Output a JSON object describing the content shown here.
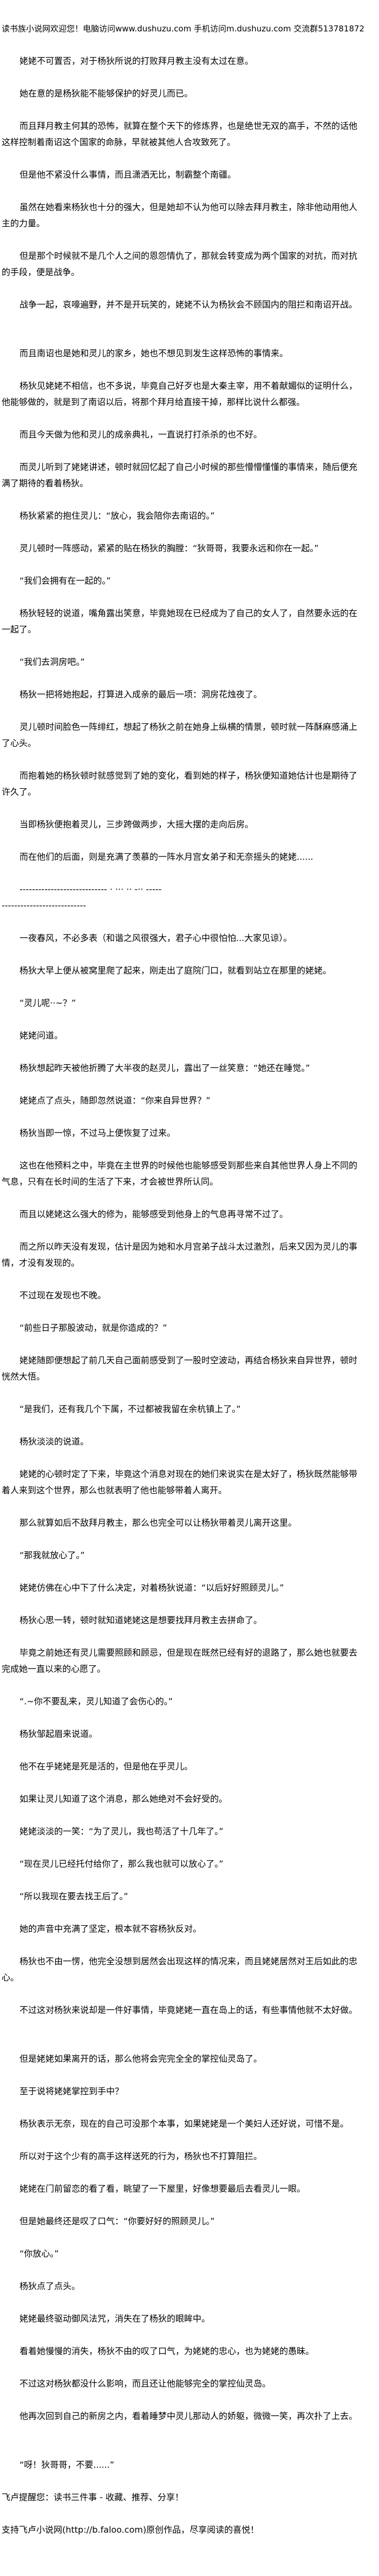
{
  "header": "读书族小说网欢迎您！电脑访问www.dushuzu.com 手机访问m.dushuzu.com 交流群513781872",
  "paragraphs": [
    "姥姥不可置否，对于杨狄所说的打败拜月教主没有太过在意。",
    "她在意的是杨狄能不能够保护的好灵儿而已。",
    "而且拜月教主何其的恐怖，就算在整个天下的修炼界，也是绝世无双的高手，不然的话他这样控制着南诏这个国家的命脉，早就被其他人合攻致死了。",
    "但是他不紧没什么事情，而且潇洒无比，制霸整个南疆。",
    "虽然在她看来杨狄也十分的强大，但是她却不认为他可以除去拜月教主，除非他动用他人主的力量。",
    "但是那个时候就不是几个人之间的恩怨情仇了，那就会转变成为两个国家的对抗，而对抗的手段，便是战争。",
    "战争一起，哀嚎遍野，并不是开玩笑的，姥姥不认为杨狄会不顾国内的阻拦和南诏开战。",
    "而且南诏也是她和灵儿的家乡，她也不想见到发生这样恐怖的事情来。",
    "杨狄见姥姥不相信，也不多说，毕竟自己好歹也是大秦主宰，用不着献媚似的证明什么，他能够做的，就是到了南诏以后，将那个拜月给直接干掉，那样比说什么都强。",
    "而且今天做为他和灵儿的成亲典礼，一直说打打杀杀的也不好。",
    "而灵儿听到了姥姥讲述，顿时就回忆起了自己小时候的那些懵懵懂懂的事情来，随后便充满了期待的看着杨狄。",
    "杨狄紧紧的抱住灵儿：“放心，我会陪你去南诏的。”",
    "灵儿顿时一阵感动，紧紧的贴在杨狄的胸膛：“狄哥哥，我要永远和你在一起。”",
    "“我们会拥有在一起的。”",
    "杨狄轻轻的说道，嘴角露出笑意，毕竟她现在已经成为了自己的女人了，自然要永远的在一起了。",
    "“我们去洞房吧。”",
    "杨狄一把将她抱起，打算进入成亲的最后一项：洞房花烛夜了。",
    "灵儿顿时间脸色一阵绯红，想起了杨狄之前在她身上纵横的情景，顿时就一阵酥麻感涌上了心头。",
    "而抱着她的杨狄顿时就感觉到了她的变化，看到她的样子，杨狄便知道她估计也是期待了许久了。",
    "当即杨狄便抱着灵儿，三步跨做两步，大摇大摆的走向后房。",
    "而在他们的后面，则是充满了羡慕的一阵水月宫女弟子和无奈摇头的姥姥......"
  ],
  "separator": {
    "line1": "---------------------------- · ··· ·· -·· -----",
    "line2": "---------------------------"
  },
  "paragraphs2": [
    "一夜春风，不必多表（和谐之风很强大，君子心中很怕怕...大家见谅）。",
    "杨狄大早上便从被窝里爬了起来，刚走出了庭院门口，就看到站立在那里的姥姥。",
    "“灵儿呢··~？”",
    "姥姥问道。",
    "杨狄想起昨天被他折腾了大半夜的赵灵儿，露出了一丝笑意：“她还在睡觉。”",
    "姥姥点了点头，随即忽然说道：“你来自异世界？”",
    "杨狄当即一惊，不过马上便恢复了过来。",
    "这也在他预料之中，毕竟在主世界的时候他也能够感受到那些来自其他世界人身上不同的气息，只有在长时间的生活了下来，才会被世界所认同。",
    "而且以姥姥这么强大的修为，能够感受到他身上的气息再寻常不过了。",
    "而之所以昨天没有发现，估计是因为她和水月宫弟子战斗太过激烈，后来又因为灵儿的事情，才没有发现的。",
    "不过现在发现也不晚。",
    "“前些日子那股波动，就是你造成的？”",
    "姥姥随即便想起了前几天自己面前感受到了一股时空波动，再结合杨狄来自异世界，顿时恍然大悟。",
    "“是我们，还有我几个下属，不过都被我留在余杭镇上了。”",
    "杨狄淡淡的说道。",
    "姥姥的心顿时定了下来，毕竟这个消息对现在的她们来说实在是太好了，杨狄既然能够带着人来到这个世界，那么也就表明了他也能够带着人离开。",
    "那么就算如后不敌拜月教主，那么也完全可以让杨狄带着灵儿离开这里。",
    "“那我就放心了。”",
    "姥姥仿佛在心中下了什么决定，对着杨狄说道：“以后好好照顾灵儿。”",
    "杨狄心思一转，顿时就知道姥姥这是想要找拜月教主去拼命了。",
    "毕竟之前她还有灵儿需要照顾和顾忌，但是现在既然已经有好的退路了，那么她也就要去完成她一直以来的心愿了。",
    "“.~你不要乱来，灵儿知道了会伤心的。”",
    "杨狄邹起眉来说道。",
    "他不在乎姥姥是死是活的，但是他在乎灵儿。",
    "如果让灵儿知道了这个消息，那么她绝对不会好受的。",
    "姥姥淡淡的一笑：“为了灵儿，我也苟活了十几年了。”",
    "“现在灵儿已经托付给你了，那么我也就可以放心了。”",
    "“所以我现在要去找王后了。”",
    "她的声音中充满了坚定，根本就不容杨狄反对。",
    "杨狄也不由一愣，他完全没想到居然会出现这样的情况来，而且姥姥居然对王后如此的忠心。",
    "不过这对杨狄来说却是一件好事情，毕竟姥姥一直在岛上的话，有些事情他就不太好做。",
    "但是姥姥如果离开的话，那么他将会完完全全的掌控仙灵岛了。",
    "至于说将姥姥掌控到手中？",
    "杨狄表示无奈，现在的自己可没那个本事，如果姥姥是一个美妇人还好说，可惜不是。",
    "所以对于这个少有的高手这样送死的行为，杨狄也不打算阻拦。",
    "姥姥在门前留恋的看了看，眺望了一下屋里，好像想要最后去看灵儿一眼。",
    "但是她最终还是叹了口气：“你要好好的照顾灵儿。”",
    "“你放心。”",
    "杨狄点了点头。",
    "姥姥最终驱动御风法咒，消失在了杨狄的眼眸中。",
    "看着她慢慢的消失，杨狄不由的叹了口气，为姥姥的忠心，也为姥姥的愚昧。",
    "不过这对杨狄都没什么影响，而且还让他能够完全的掌控仙灵岛。",
    "他再次回到自己的新房之内，看着睡梦中灵儿那动人的娇躯，微微一笑，再次扑了上去。",
    "“呀！狄哥哥，不要......”"
  ],
  "footer": {
    "reminder": "飞卢提醒您：读书三件事 - 收藏、推荐、分享！",
    "support": "支持飞卢小说网(http://b.faloo.com)原创作品，尽享阅读的喜悦！"
  }
}
